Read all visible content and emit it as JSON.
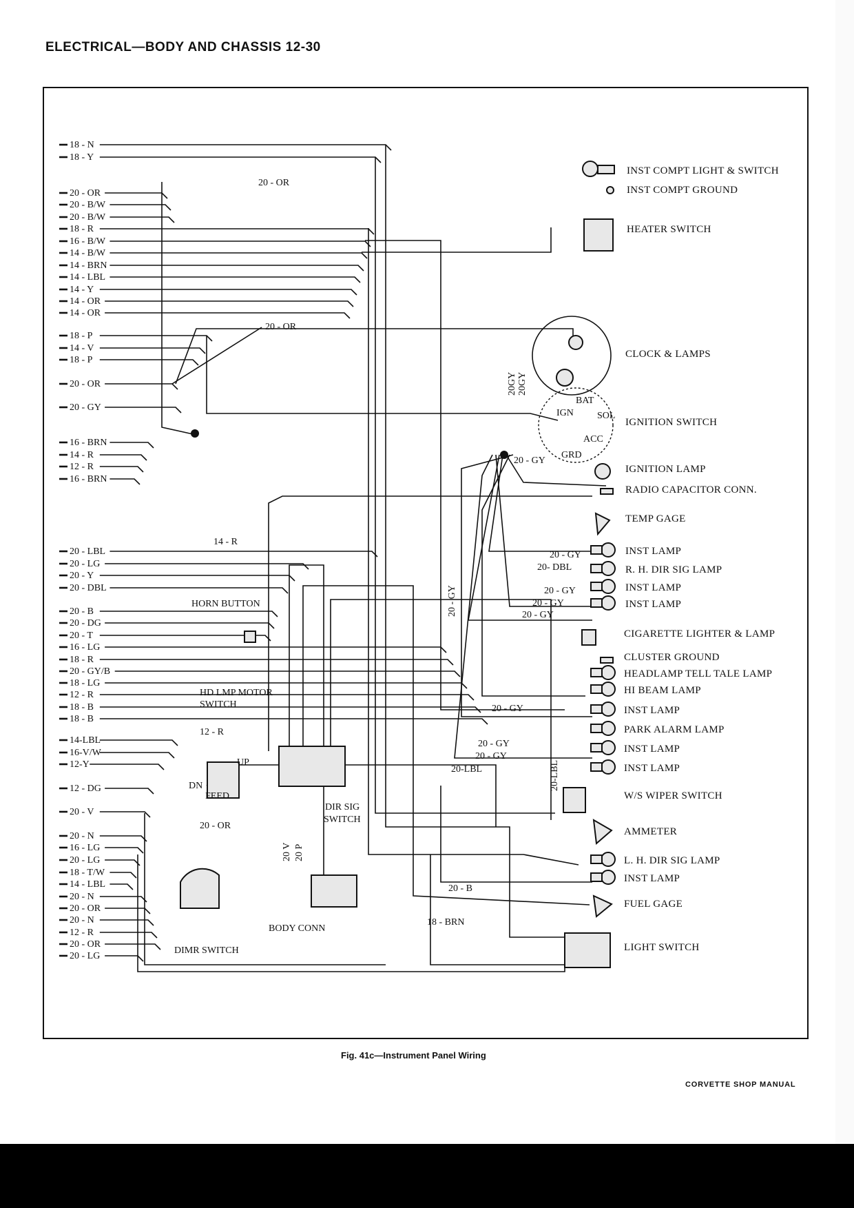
{
  "header": {
    "title": "ELECTRICAL—BODY AND CHASSIS 12-30"
  },
  "caption": "Fig. 41c—Instrument Panel Wiring",
  "footer": "CORVETTE SHOP MANUAL",
  "left_wires": [
    "18 - N",
    "18 - Y",
    "20 - OR",
    "20 - B/W",
    "20 - B/W",
    "18 - R",
    "16 - B/W",
    "14 - B/W",
    "14 - BRN",
    "14 - LBL",
    "14 - Y",
    "14 - OR",
    "14 - OR",
    "18 - P",
    "14 - V",
    "18 - P",
    "20 - OR",
    "20 - GY",
    "16 - BRN",
    "14 - R",
    "12 - R",
    "16 - BRN",
    "20 - LBL",
    "20 - LG",
    "20 - Y",
    "20 - DBL",
    "20 - B",
    "20 - DG",
    "20 - T",
    "16 - LG",
    "18 - R",
    "20 - GY/B",
    "18 - LG",
    "12 - R",
    "18 - B",
    "18 - B",
    "14-LBL",
    "16-V/W",
    "12-Y",
    "12 - DG",
    "20 - V",
    "20 - N",
    "16 - LG",
    "20 - LG",
    "18 - T/W",
    "14 - LBL",
    "20 - N",
    "20 - OR",
    "20 - N",
    "12 - R",
    "20 - OR",
    "20 - LG"
  ],
  "components": [
    "INST COMPT LIGHT & SWITCH",
    "INST COMPT GROUND",
    "HEATER SWITCH",
    "CLOCK & LAMPS",
    "IGNITION SWITCH",
    "IGNITION LAMP",
    "RADIO CAPACITOR CONN.",
    "TEMP GAGE",
    "INST LAMP",
    "R. H. DIR SIG LAMP",
    "INST LAMP",
    "INST LAMP",
    "CIGARETTE LIGHTER & LAMP",
    "CLUSTER GROUND",
    "HEADLAMP TELL TALE LAMP",
    "HI BEAM LAMP",
    "INST LAMP",
    "PARK ALARM LAMP",
    "INST LAMP",
    "INST LAMP",
    "W/S WIPER SWITCH",
    "AMMETER",
    "L. H. DIR SIG LAMP",
    "INST LAMP",
    "FUEL GAGE",
    "LIGHT SWITCH"
  ],
  "inner_labels": {
    "or_top": "20 - OR",
    "or_mid": "20 - OR",
    "r14": "14 - R",
    "gy_ign": "20 - GY",
    "gy_a": "20 - GY",
    "dbl": "20- DBL",
    "gy_b": "20 - GY",
    "gy_c": "20 - GY",
    "gy_d": "20 - GY",
    "gy_vert": "20 - GY",
    "gy_e": "20 - GY",
    "gy_f": "20 - GY",
    "gy_g": "20 - GY",
    "lbl_20": "20-LBL",
    "lbl_vert": "20-LBL",
    "horn": "HORN BUTTON",
    "hd_lmp_1": "HD LMP MOTOR",
    "hd_lmp_2": "SWITCH",
    "r12": "12 - R",
    "up": "UP",
    "dn": "DN",
    "feed": "FEED",
    "dir_sig_1": "DIR SIG",
    "dir_sig_2": "SWITCH",
    "or_low": "20 - OR",
    "v20": "20 V",
    "p20": "20 P",
    "b20": "20 - B",
    "brn18": "18 - BRN",
    "body_conn": "BODY CONN",
    "dimr": "DIMR SWITCH",
    "gy20_a": "20GY",
    "gy20_b": "20GY",
    "bat": "BAT",
    "ign": "IGN",
    "sol": "SOL",
    "acc": "ACC",
    "grd": "GRD"
  }
}
